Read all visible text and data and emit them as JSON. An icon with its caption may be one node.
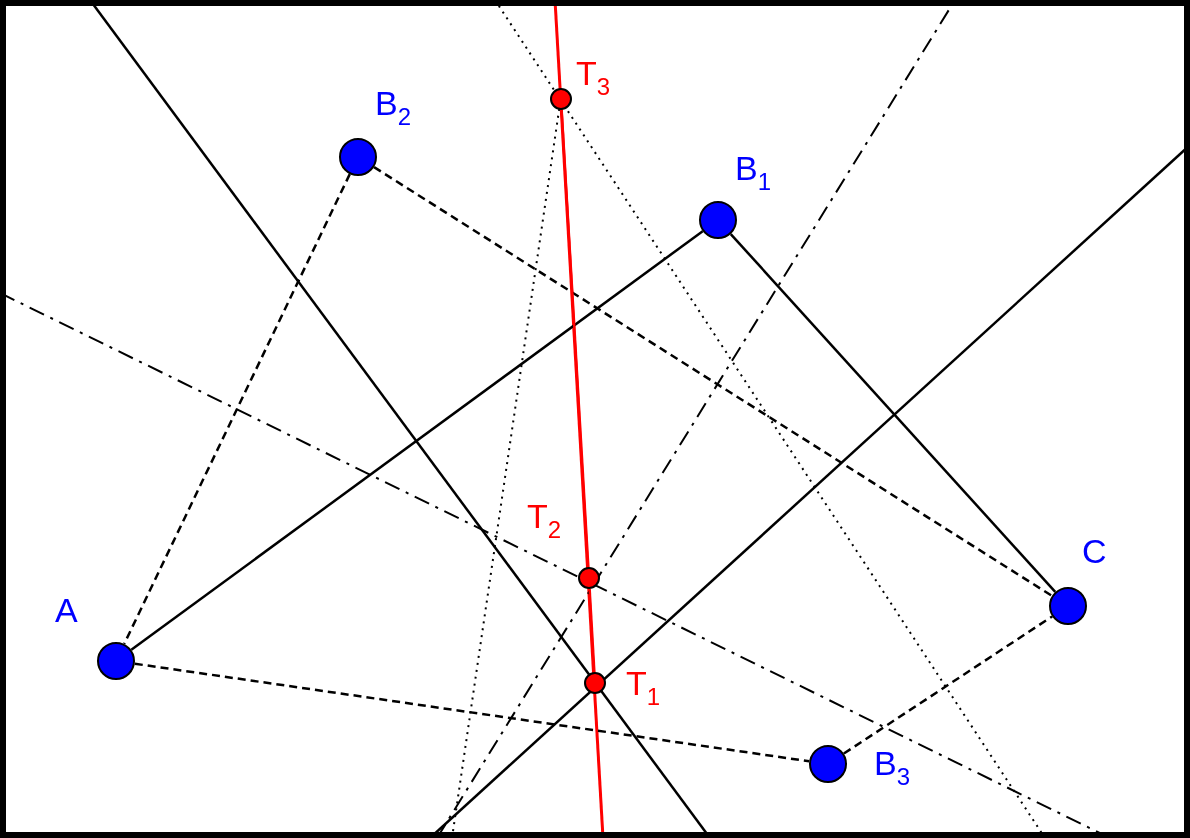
{
  "diagram": {
    "nodes": [
      {
        "text": [
          "A"
        ]
      },
      {
        "text": [
          "B$_{1}$"
        ]
      },
      {
        "text": [
          "B$_{2}$"
        ]
      },
      {
        "text": [
          "B$_{3}$"
        ]
      },
      {
        "text": [
          "C"
        ]
      },
      {
        "text": [
          "T$_{1}$"
        ]
      },
      {
        "text": [
          "T$_{2}$"
        ]
      },
      {
        "text": [
          "T$_{3}$"
        ]
      }
    ],
    "edges": [
      {
        "from": 0,
        "to": 1,
        "arrow": "none"
      },
      {
        "from": 1,
        "to": 4,
        "arrow": "none"
      },
      {
        "from": 2,
        "to": 0,
        "arrow": "none",
        "style": "dashed"
      },
      {
        "from": 2,
        "to": 4,
        "arrow": "none",
        "style": "dashed"
      },
      {
        "from": 0,
        "to": 3,
        "arrow": "none",
        "style": "dashed"
      },
      {
        "from": 3,
        "to": 4,
        "arrow": "none",
        "style": "dashed"
      },
      {
        "from": 7,
        "to": 6,
        "arrow": "none",
        "color": "#ff0000"
      },
      {
        "from": 6,
        "to": 5,
        "arrow": "none",
        "color": "#ff0000"
      }
    ]
  }
}
